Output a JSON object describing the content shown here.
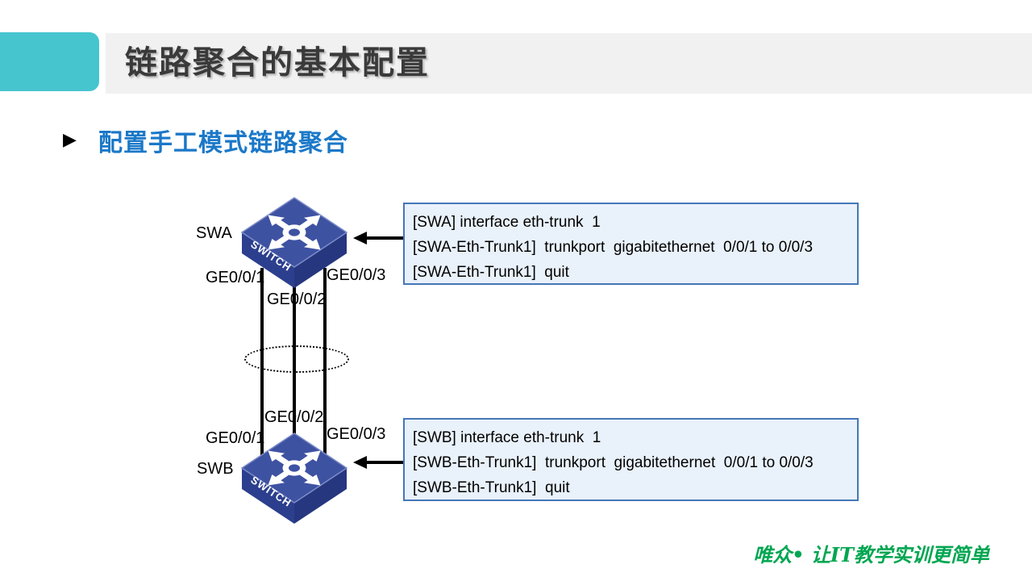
{
  "header": {
    "title": "链路聚合的基本配置",
    "accent_color": "#46C5CE",
    "band_color": "#F1F1F1",
    "title_color": "#3A3A3A"
  },
  "subtitle": {
    "bullet": "▶",
    "text": "配置手工模式链路聚合",
    "color": "#1B78C8"
  },
  "diagram": {
    "switch_a": {
      "name": "SWA",
      "device_text": "SWITCH",
      "port_left": "GE0/0/1",
      "port_middle": "GE0/0/2",
      "port_right": "GE0/0/3"
    },
    "switch_b": {
      "name": "SWB",
      "device_text": "SWITCH",
      "port_left": "GE0/0/1",
      "port_middle": "GE0/0/2",
      "port_right": "GE0/0/3"
    },
    "switch_top_color": "#3E52A2",
    "switch_left_face_color": "#2C3F8E",
    "switch_right_face_color": "#26377F"
  },
  "config_boxes": {
    "border_color": "#4577B8",
    "fill_color": "#E9F1FA",
    "swa": {
      "lines": [
        "[SWA] interface eth-trunk  1",
        "[SWA-Eth-Trunk1]  trunkport  gigabitethernet  0/0/1 to 0/0/3",
        "[SWA-Eth-Trunk1]  quit"
      ]
    },
    "swb": {
      "lines": [
        "[SWB] interface eth-trunk  1",
        "[SWB-Eth-Trunk1]  trunkport  gigabitethernet  0/0/1 to 0/0/3",
        "[SWB-Eth-Trunk1]  quit"
      ]
    }
  },
  "footer": {
    "text": "唯众• 让IT教学实训更简单",
    "color": "#00A651"
  }
}
